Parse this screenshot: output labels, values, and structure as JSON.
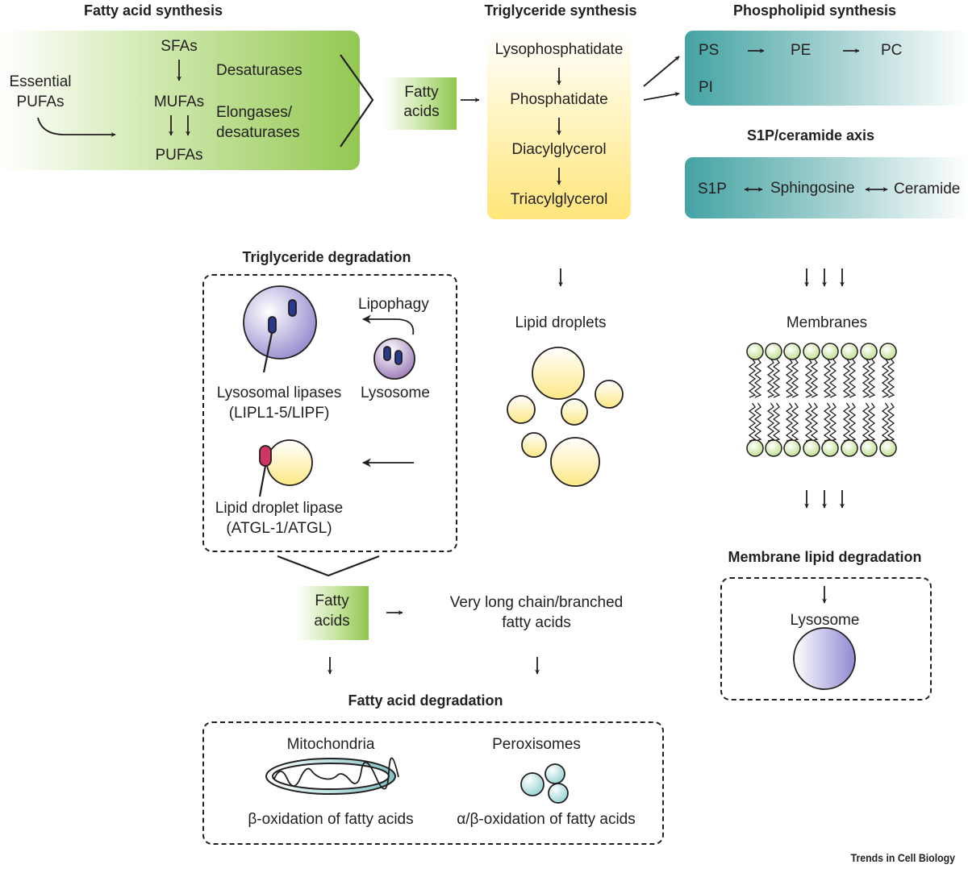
{
  "headings": {
    "fatty_acid_synthesis": "Fatty acid synthesis",
    "triglyceride_synthesis": "Triglyceride synthesis",
    "phospholipid_synthesis": "Phospholipid synthesis",
    "s1p_ceramide_axis": "S1P/ceramide axis",
    "triglyceride_degradation": "Triglyceride degradation",
    "membrane_lipid_degradation": "Membrane lipid degradation",
    "fatty_acid_degradation": "Fatty acid degradation"
  },
  "fatty_acid_synthesis": {
    "essential_line1": "Essential",
    "essential_line2": "PUFAs",
    "sfas": "SFAs",
    "mufas": "MUFAs",
    "pufas": "PUFAs",
    "desaturases": "Desaturases",
    "elongases_line1": "Elongases/",
    "elongases_line2": "desaturases"
  },
  "fatty_acids_top": {
    "line1": "Fatty",
    "line2": "acids"
  },
  "triglyceride_synthesis": {
    "steps": [
      "Lysophosphatidate",
      "Phosphatidate",
      "Diacylglycerol",
      "Triacylglycerol"
    ]
  },
  "phospholipid_synthesis": {
    "ps": "PS",
    "pe": "PE",
    "pc": "PC",
    "pi": "PI"
  },
  "s1p_axis": {
    "s1p": "S1P",
    "sphingosine": "Sphingosine",
    "ceramide": "Ceramide"
  },
  "triglyceride_degradation": {
    "lipophagy": "Lipophagy",
    "lysosome": "Lysosome",
    "lysosomal_lipases_line1": "Lysosomal lipases",
    "lysosomal_lipases_line2": "(LIPL1-5/LIPF)",
    "ld_lipase_line1": "Lipid droplet lipase",
    "ld_lipase_line2": "(ATGL-1/ATGL)"
  },
  "lipid_droplets": "Lipid droplets",
  "membranes": "Membranes",
  "membrane_degradation": {
    "lysosome": "Lysosome"
  },
  "fatty_acids_mid": {
    "line1": "Fatty",
    "line2": "acids"
  },
  "very_long_chain": {
    "line1": "Very long chain/branched",
    "line2": "fatty acids"
  },
  "fatty_acid_degradation": {
    "mitochondria": "Mitochondria",
    "mito_text": "β-oxidation of fatty acids",
    "peroxisomes": "Peroxisomes",
    "perox_text": "α/β-oxidation of fatty acids"
  },
  "credit": "Trends in Cell Biology",
  "colors": {
    "green": "#93c852",
    "yellow": "#ffe57a",
    "teal": "#44a3a3",
    "lysosome_purple": "#b3a6d6",
    "lipase_red": "#cf3462",
    "vesicle_blue": "#283a8f",
    "membrane_head": "#cfe3a7"
  }
}
